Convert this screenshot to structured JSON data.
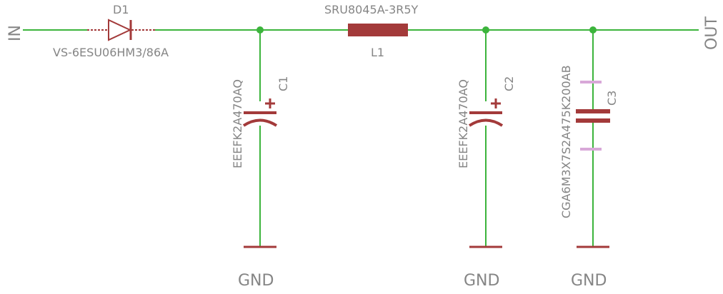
{
  "ports": {
    "input": "IN",
    "output": "OUT"
  },
  "diode": {
    "ref": "D1",
    "value": "VS-6ESU06HM3/86A"
  },
  "inductor": {
    "ref": "L1",
    "value": "SRU8045A-3R5Y"
  },
  "capacitors": [
    {
      "ref": "C1",
      "value": "EEEFK2A470AQ",
      "polarized": true,
      "polarity": "+"
    },
    {
      "ref": "C2",
      "value": "EEEFK2A470AQ",
      "polarized": true,
      "polarity": "+"
    },
    {
      "ref": "C3",
      "value": "CGA6M3X7S2A475K200AB",
      "polarized": false
    }
  ],
  "ground_labels": [
    "GND",
    "GND",
    "GND"
  ],
  "colors": {
    "wire": "#3cb43c",
    "symbol": "#a33a3a",
    "text": "#858585",
    "background": "#ffffff"
  }
}
